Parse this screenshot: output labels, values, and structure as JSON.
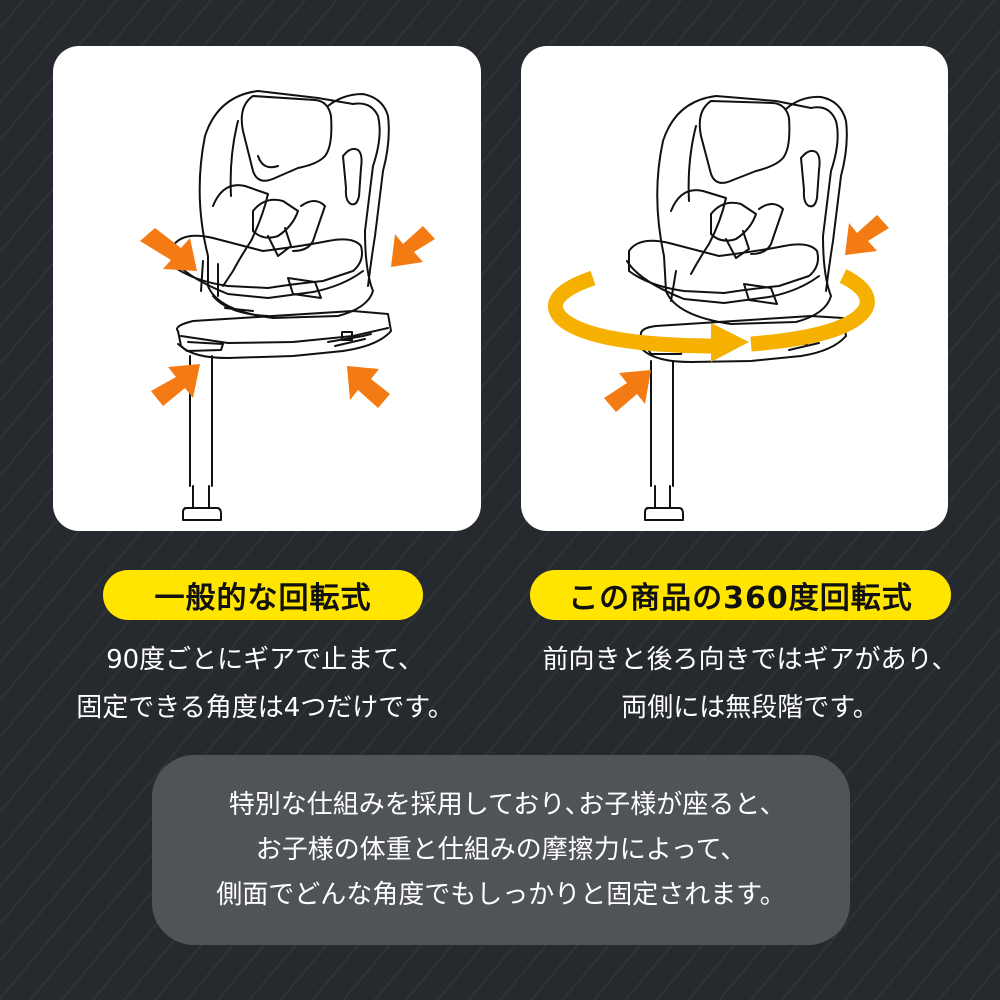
{
  "colors": {
    "background": "#262a2f",
    "card": "#ffffff",
    "pill": "#ffe500",
    "pressure_arrow": "#f47a14",
    "rotation_ring": "#f5b000",
    "panel": "#55585c",
    "text_light": "#ffffff",
    "text_dark": "#111111"
  },
  "comparison": {
    "left": {
      "illustration": "car-seat-line-art",
      "icons": [
        "pressure-arrow",
        "pressure-arrow",
        "pressure-arrow",
        "pressure-arrow"
      ],
      "label": "一般的な回転式",
      "description": [
        "90度ごとにギアで止まて、",
        "固定できる角度は4つだけです。"
      ]
    },
    "right": {
      "illustration": "car-seat-line-art",
      "icons": [
        "rotation-ring-arrow",
        "pressure-arrow",
        "pressure-arrow"
      ],
      "label": "この商品の360度回転式",
      "description": [
        "前向きと後ろ向きではギアがあり、",
        "両側には無段階です。"
      ]
    }
  },
  "info_panel": {
    "lines": [
      "特別な仕組みを採用しており､お子様が座ると､",
      "お子様の体重と仕組みの摩擦力によって、",
      "側面でどんな角度でもしっかりと固定されます。"
    ]
  }
}
